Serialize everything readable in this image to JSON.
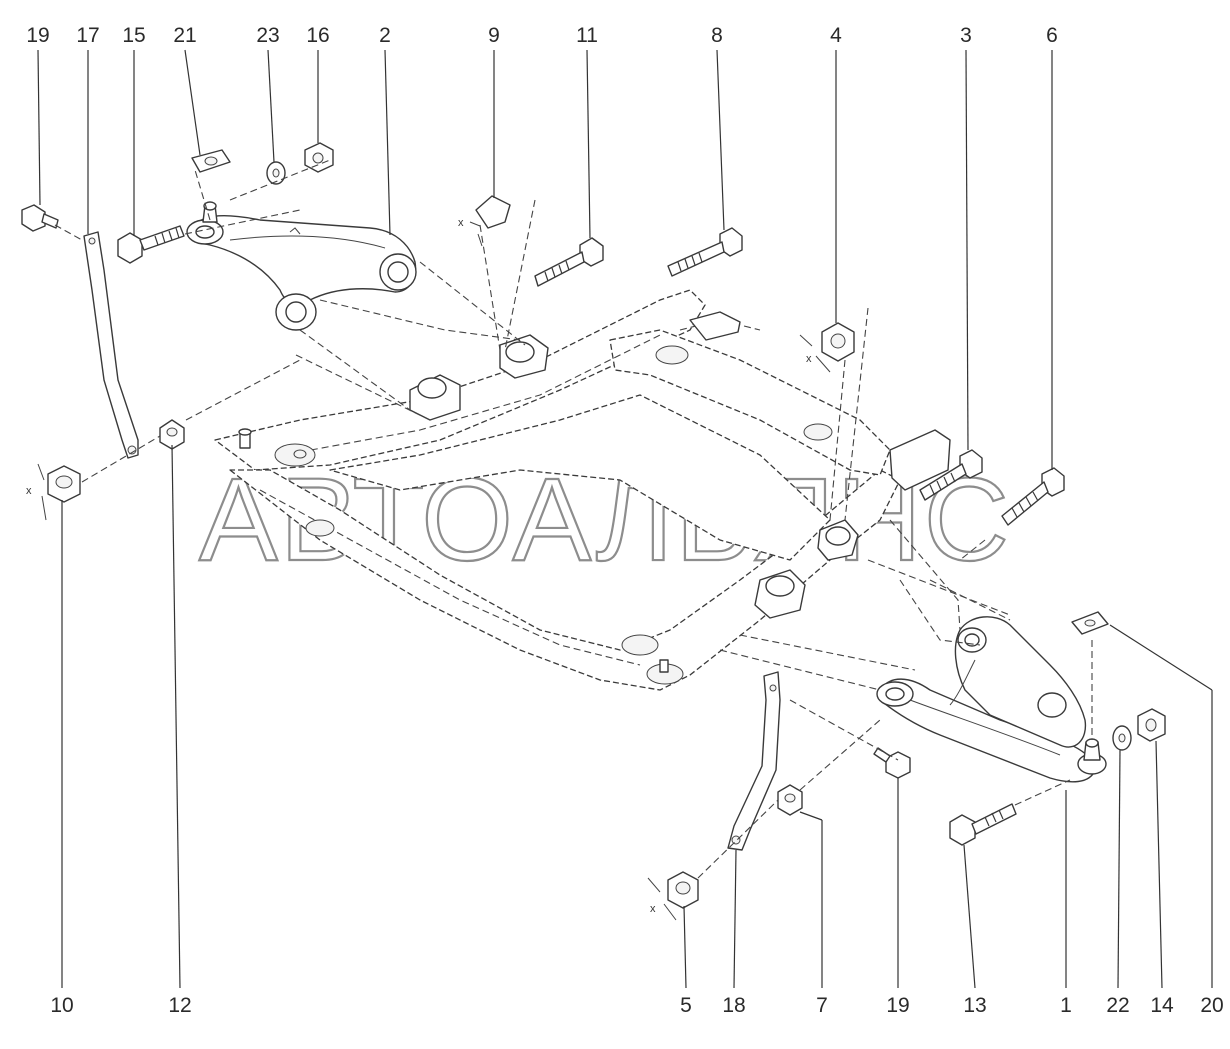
{
  "watermark": "АВТОАЛЬЯНС",
  "dimension_mark": "x",
  "callouts_top": [
    "19",
    "17",
    "15",
    "21",
    "23",
    "16",
    "2",
    "9",
    "11",
    "8",
    "4",
    "3",
    "6"
  ],
  "callouts_bottom": [
    "10",
    "12",
    "5",
    "18",
    "7",
    "19",
    "13",
    "1",
    "22",
    "14",
    "20"
  ]
}
